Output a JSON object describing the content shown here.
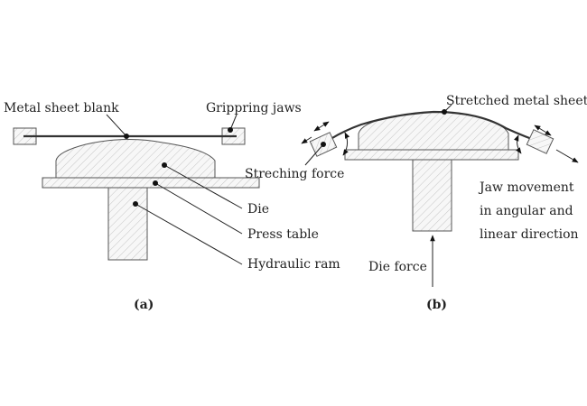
{
  "diagram_a": {
    "caption": "(a)",
    "labels": {
      "metal_sheet_blank": "Metal sheet blank",
      "gripping_jaws": "Grippring jaws",
      "die": "Die",
      "press_table": "Press table",
      "hydraulic_ram": "Hydraulic ram"
    }
  },
  "diagram_b": {
    "caption": "(b)",
    "labels": {
      "stretched_metal_sheet": "Stretched metal sheet",
      "stretching_force": "Streching force",
      "jaw_movement_line1": "Jaw movement",
      "jaw_movement_line2": "in angular and",
      "jaw_movement_line3": "linear direction",
      "die_force": "Die force"
    }
  },
  "colors": {
    "line": "#222222",
    "hatch_fill": "#f7f7f7",
    "hatch_line": "#c4c4c4"
  }
}
